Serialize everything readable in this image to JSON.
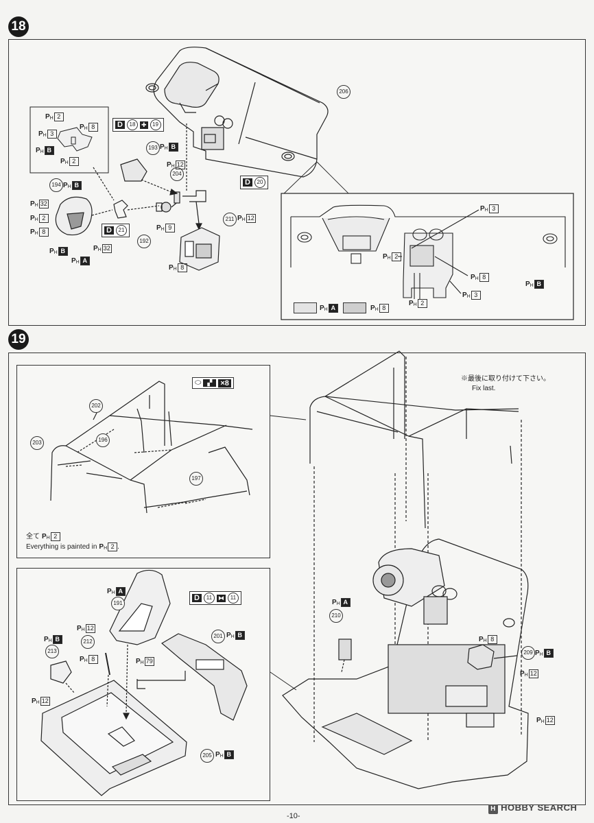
{
  "page_number": "-10-",
  "watermark": "HOBBY SEARCH",
  "ph_prefix": "P",
  "ph_sub": "H",
  "step18": {
    "number": "18",
    "callouts": {
      "p206": "206",
      "p193": "193",
      "p204": "204",
      "p211": "211",
      "p194": "194",
      "p192": "192"
    },
    "paint": {
      "top2": "2",
      "top3": "3",
      "top8": "8",
      "topB": "B",
      "bot2": "2",
      "p193": "B",
      "p204": "12",
      "p211": "12",
      "p194": "B",
      "w32": "32",
      "w2": "2",
      "w8": "8",
      "wB": "B",
      "wA": "A",
      "w32b": "32",
      "s9": "9",
      "s8": "8"
    },
    "decal_tags": {
      "d18_19": {
        "letter": "D",
        "a": "18",
        "b": "19"
      },
      "d20": {
        "letter": "D",
        "a": "20"
      },
      "d21": {
        "letter": "D",
        "a": "21"
      }
    },
    "detail": {
      "ph3": "3",
      "ph2": "2",
      "ph8": "8",
      "phB": "B",
      "ph2b": "2",
      "ph3b": "3"
    },
    "legend": [
      {
        "code": "A",
        "color": "#e4e4e4"
      },
      {
        "code": "8",
        "color": "#cfcfcf"
      }
    ]
  },
  "step19": {
    "number": "19",
    "callouts": {
      "p202": "202",
      "p203": "203",
      "p196": "196",
      "p197": "197",
      "p191": "191",
      "p212": "212",
      "p213": "213",
      "p201": "201",
      "p205": "205",
      "p210": "210",
      "p209": "209"
    },
    "cage_tag": "×8",
    "fix_last_jp": "※最後に取り付けて下さい。",
    "fix_last_en": "Fix last.",
    "painted_jp": "全て",
    "painted_en": "Everything is painted in",
    "paint": {
      "all2": "2",
      "all2b": "2",
      "s191": "A",
      "s191b": "79",
      "s212": "12",
      "s212b": "8",
      "s213": "B",
      "s201": "B",
      "s205": "B",
      "tub12": "12",
      "s210": "A",
      "s209a": "8",
      "s209": "B",
      "s209b": "12",
      "r12": "12"
    },
    "decal_tag": {
      "letter": "D",
      "a": "11",
      "b": "11"
    }
  }
}
